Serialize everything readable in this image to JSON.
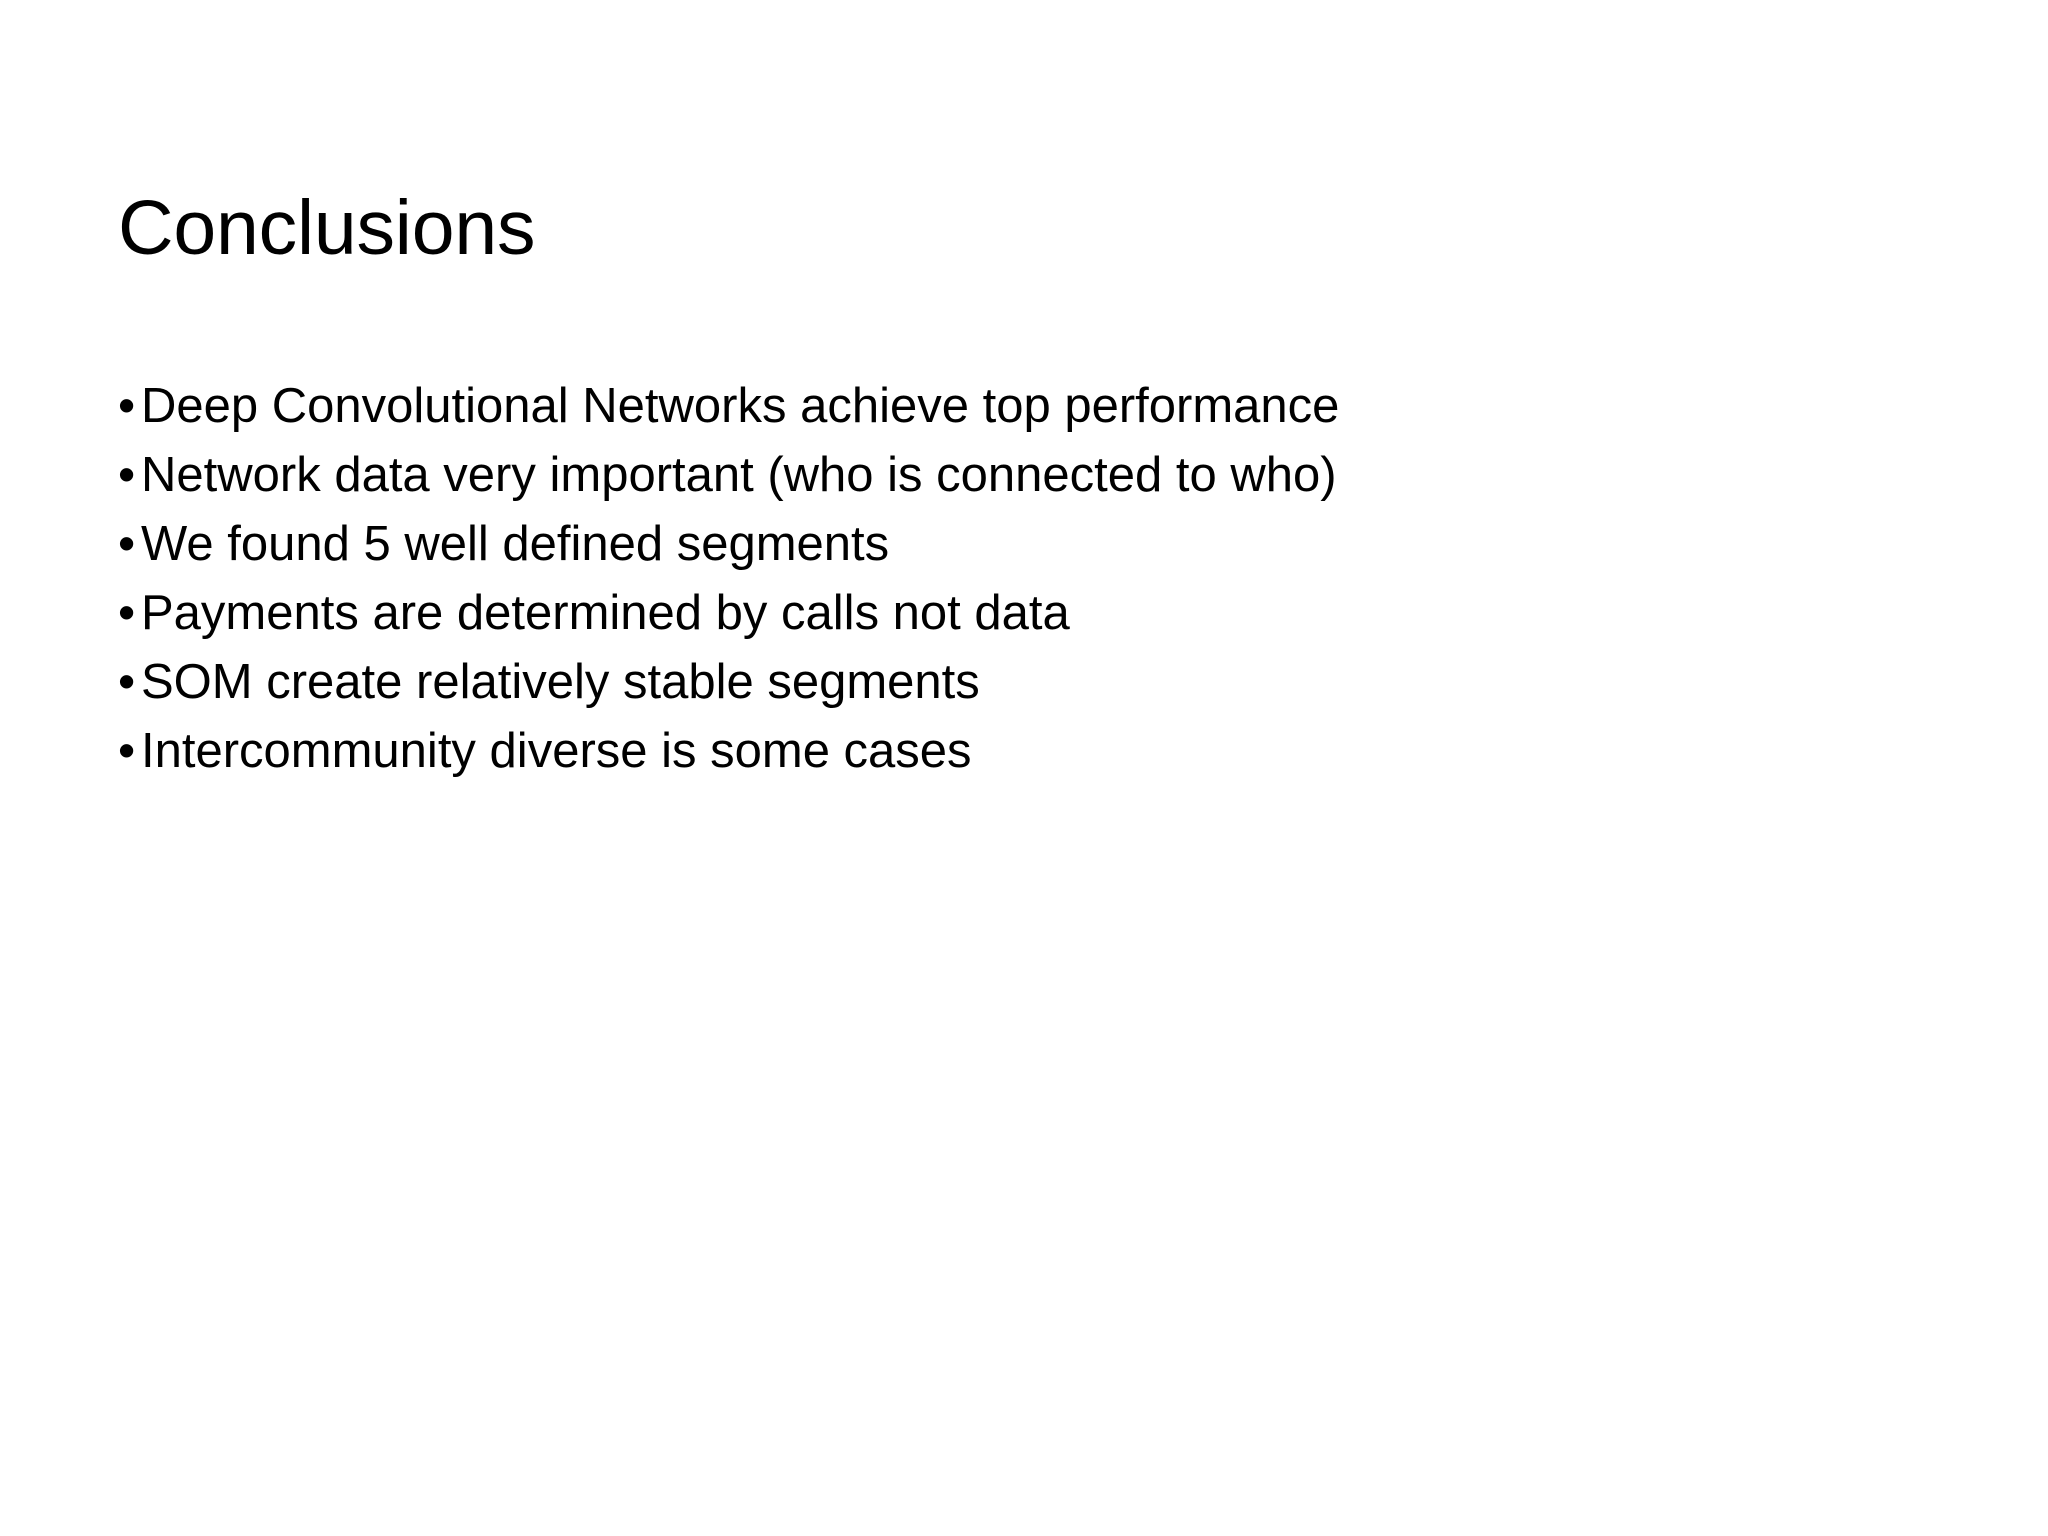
{
  "slide": {
    "title": "Conclusions",
    "background_color": "#FFFFFF",
    "text_color": "#000000",
    "bullet_glyph": "•",
    "bullets": [
      {
        "text": "Deep Convolutional Networks achieve top performance"
      },
      {
        "text": "Network data very important (who is connected to who)"
      },
      {
        "text": "We found 5 well defined segments"
      },
      {
        "text": "Payments are determined by calls not data"
      },
      {
        "text": "SOM create relatively stable segments"
      },
      {
        "text": "Intercommunity diverse is some cases"
      }
    ]
  }
}
